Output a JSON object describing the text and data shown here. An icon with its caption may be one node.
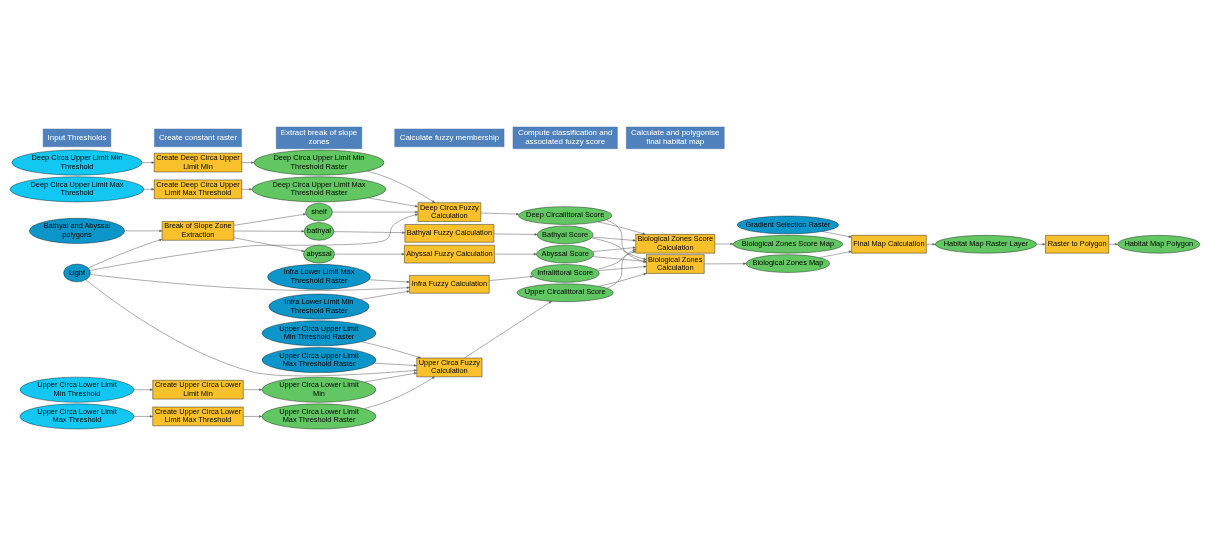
{
  "diagram": {
    "nodes": [
      {
        "text": [
          "Infra Lower Limit Min Threshold Raster"
        ]
      },
      {
        "text": [
          "Infra Lower Limit Max Threshold Raster"
        ]
      },
      {
        "text": [
          "Upper Circa Upper Limit Min Threshold Raster"
        ]
      },
      {
        "text": [
          "Upper Circa Upper Limit Max Threshold Raster"
        ]
      },
      {
        "text": [
          "Upper Circa Lower Limit Min Threshold"
        ]
      },
      {
        "text": [
          "Upper Circa Lower Limit Max Threshold"
        ]
      },
      {
        "text": [
          "Deep Circa Upper Limit Min Threshold"
        ]
      },
      {
        "text": [
          "Deep Circa Upper Limit Max Threshold"
        ]
      },
      {
        "text": [
          "Bathyal and Abyssal polygons"
        ]
      },
      {
        "text": [
          "Create Upper Circa Lower Limit Min"
        ]
      },
      {
        "text": [
          "Create Upper Circa Lower Limit Max Threshold"
        ]
      },
      {
        "text": [
          "Create Deep Circa Upper Limit Min"
        ]
      },
      {
        "text": [
          "Create Deep Circa Upper Limit Max Threshold"
        ]
      },
      {
        "text": [
          "Upper Circa Lower Limit Min"
        ]
      },
      {
        "text": [
          "Upper Circa Lower Limit Max Threshold Raster"
        ]
      },
      {
        "text": [
          "Deep Circa Upper Limit Min Threshold Raster"
        ]
      },
      {
        "text": [
          "Deep Circa Upper Limit Max Threshold Raster"
        ]
      },
      {
        "text": [
          "Break of Slope Zone Extraction"
        ]
      },
      {
        "text": [
          "shelf"
        ]
      },
      {
        "text": [
          "bathyal"
        ]
      },
      {
        "text": [
          "abyssal"
        ]
      },
      {
        "text": [
          "Gradient Selection Raster"
        ]
      },
      {
        "text": [
          "Light"
        ]
      },
      {
        "text": [
          "Infra Fuzzy Calculation"
        ]
      },
      {
        "text": [
          "Upper Circa Fuzzy Calculation"
        ]
      },
      {
        "text": [
          "Deep Circa Fuzzy Calculation"
        ]
      },
      {
        "text": [
          "Bathyal Fuzzy Calculation"
        ]
      },
      {
        "text": [
          "Abyssal Fuzzy Calculation"
        ]
      },
      {
        "text": [
          "Infralittoral Score"
        ]
      },
      {
        "text": [
          "Upper Circalittoral Score"
        ]
      },
      {
        "text": [
          "Deep Circalittoral Score"
        ]
      },
      {
        "text": [
          "Bathyal Score"
        ]
      },
      {
        "text": [
          "Abyssal Score"
        ]
      },
      {
        "text": [
          "Biological Zones Calculation"
        ]
      },
      {
        "text": [
          "Biological Zones Score Calculation"
        ]
      },
      {
        "text": [
          "Biological Zones Map"
        ]
      },
      {
        "text": [
          "Biological Zones Score Map"
        ]
      },
      {
        "text": [
          "Final Map Calculation"
        ]
      },
      {
        "text": [
          "Habitat Map Raster Layer"
        ]
      },
      {
        "text": [
          "Raster to Polygon"
        ]
      },
      {
        "text": [
          "Habitat Map Polygon"
        ]
      },
      {
        "text": [
          "Input Thresholds"
        ]
      },
      {
        "text": [
          "Create constant raster"
        ]
      },
      {
        "text": [
          "Extract break of slope zones"
        ]
      },
      {
        "text": [
          "Calculate fuzzy membership"
        ]
      },
      {
        "text": [
          "Compute classification and associated fuzzy score"
        ]
      },
      {
        "text": [
          "Calculate and polygonise final habitat map"
        ]
      }
    ],
    "edges": [
      {
        "from": 0,
        "to": 23,
        "arrow": "to"
      },
      {
        "from": 1,
        "to": 23,
        "arrow": "to"
      },
      {
        "from": 2,
        "to": 24,
        "arrow": "to"
      },
      {
        "from": 3,
        "to": 24,
        "arrow": "to"
      },
      {
        "from": 4,
        "to": 9,
        "arrow": "to"
      },
      {
        "from": 5,
        "to": 10,
        "arrow": "to"
      },
      {
        "from": 6,
        "to": 11,
        "arrow": "to"
      },
      {
        "from": 7,
        "to": 12,
        "arrow": "to"
      },
      {
        "from": 9,
        "to": 13,
        "arrow": "to"
      },
      {
        "from": 10,
        "to": 14,
        "arrow": "to"
      },
      {
        "from": 11,
        "to": 15,
        "arrow": "to"
      },
      {
        "from": 12,
        "to": 16,
        "arrow": "to"
      },
      {
        "from": 13,
        "to": 24,
        "arrow": "to"
      },
      {
        "from": 14,
        "to": 24,
        "arrow": "to"
      },
      {
        "from": 15,
        "to": 25,
        "arrow": "to"
      },
      {
        "from": 16,
        "to": 25,
        "arrow": "to"
      },
      {
        "from": 8,
        "to": 17,
        "arrow": "to"
      },
      {
        "from": 22,
        "to": 17,
        "arrow": "to"
      },
      {
        "from": 22,
        "to": 23,
        "arrow": "to"
      },
      {
        "from": 22,
        "to": 24,
        "arrow": "to"
      },
      {
        "from": 22,
        "to": 25,
        "arrow": "to"
      },
      {
        "from": 17,
        "to": 18,
        "arrow": "to"
      },
      {
        "from": 17,
        "to": 19,
        "arrow": "to"
      },
      {
        "from": 17,
        "to": 20,
        "arrow": "to"
      },
      {
        "from": 18,
        "to": 25,
        "arrow": "to"
      },
      {
        "from": 19,
        "to": 26,
        "arrow": "to"
      },
      {
        "from": 20,
        "to": 27,
        "arrow": "to"
      },
      {
        "from": 23,
        "to": 28,
        "arrow": "to"
      },
      {
        "from": 24,
        "to": 29,
        "arrow": "to"
      },
      {
        "from": 25,
        "to": 30,
        "arrow": "to"
      },
      {
        "from": 26,
        "to": 31,
        "arrow": "to"
      },
      {
        "from": 27,
        "to": 32,
        "arrow": "to"
      },
      {
        "from": 28,
        "to": 33,
        "arrow": "to"
      },
      {
        "from": 28,
        "to": 34,
        "arrow": "to"
      },
      {
        "from": 29,
        "to": 33,
        "arrow": "to"
      },
      {
        "from": 29,
        "to": 34,
        "arrow": "to"
      },
      {
        "from": 30,
        "to": 33,
        "arrow": "to"
      },
      {
        "from": 30,
        "to": 34,
        "arrow": "to"
      },
      {
        "from": 31,
        "to": 33,
        "arrow": "to"
      },
      {
        "from": 31,
        "to": 34,
        "arrow": "to"
      },
      {
        "from": 32,
        "to": 33,
        "arrow": "to"
      },
      {
        "from": 32,
        "to": 34,
        "arrow": "to"
      },
      {
        "from": 21,
        "to": 37,
        "arrow": "to"
      },
      {
        "from": 33,
        "to": 35,
        "arrow": "to"
      },
      {
        "from": 34,
        "to": 36,
        "arrow": "to"
      },
      {
        "from": 35,
        "to": 37,
        "arrow": "to"
      },
      {
        "from": 37,
        "to": 38,
        "arrow": "to"
      },
      {
        "from": 38,
        "to": 39,
        "arrow": "to"
      },
      {
        "from": 39,
        "to": 40,
        "arrow": "to"
      }
    ]
  }
}
